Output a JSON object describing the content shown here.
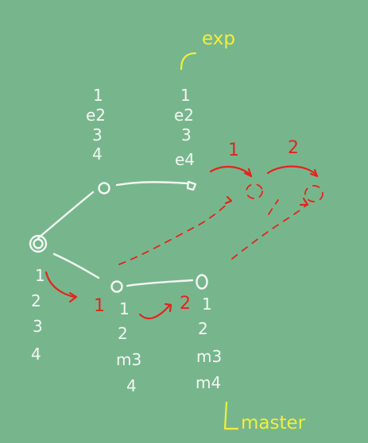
{
  "branches": {
    "exp_label": "exp",
    "master_label": "master"
  },
  "exp_commits": {
    "c1_log": [
      "1",
      "e2",
      "3",
      "4"
    ],
    "c2_log": [
      "1",
      "e2",
      "3",
      "e4"
    ]
  },
  "master_commits": {
    "root_log": [
      "1",
      "2",
      "3",
      "4"
    ],
    "c1_log": [
      "1",
      "2",
      "m3",
      "4"
    ],
    "c2_log": [
      "1",
      "2",
      "m3",
      "m4"
    ]
  },
  "steps": {
    "master_step_1": "1",
    "master_step_2": "2",
    "exp_step_1": "1",
    "exp_step_2": "2"
  },
  "colors": {
    "background": "#77b68d",
    "chalk": "#f3f7f2",
    "red": "#e4241c",
    "yellow": "#f1ee3f"
  }
}
